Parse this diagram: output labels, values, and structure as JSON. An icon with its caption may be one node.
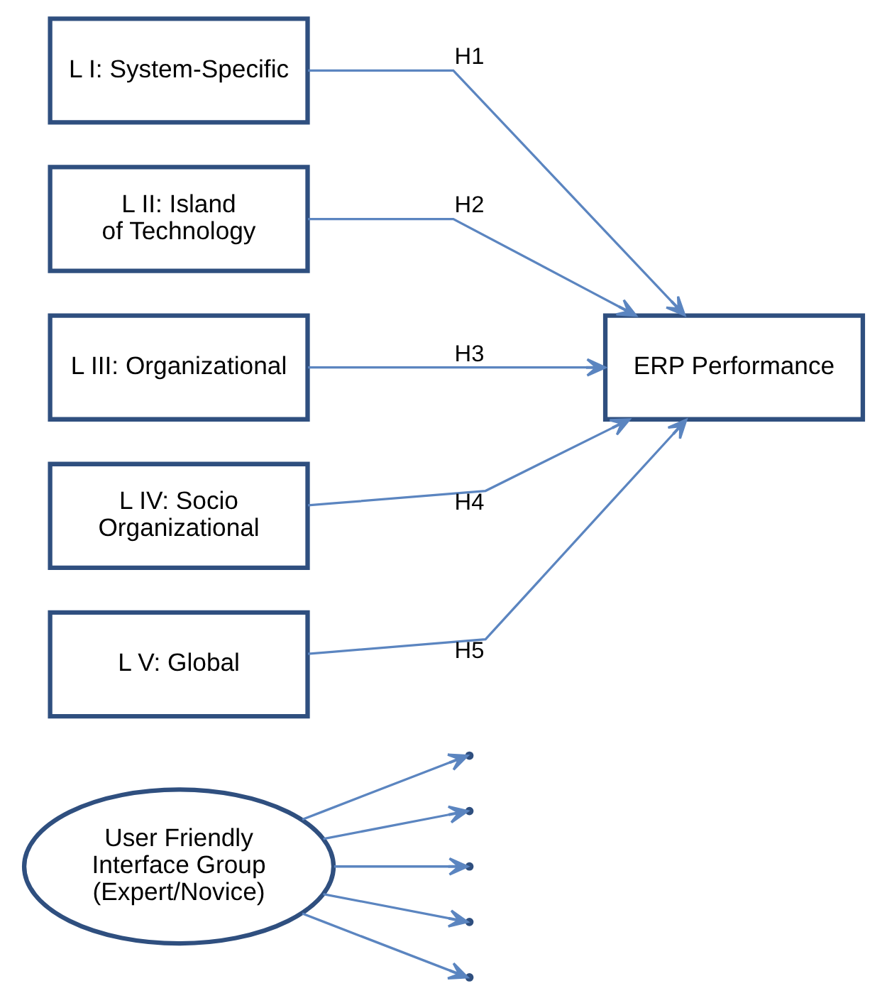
{
  "diagram": {
    "nodes": [
      {
        "text": [
          "User Friendly Interface Group (Expert/Novice)"
        ]
      },
      {
        "text": [
          "L I: System-Specific"
        ]
      },
      {
        "text": [
          "L II: Island of Technology"
        ]
      },
      {
        "text": [
          "L III: Organizational"
        ]
      },
      {
        "text": [
          "L IV: Socio Organizational"
        ]
      },
      {
        "text": [
          "L V: Global"
        ]
      },
      {
        "text": [
          "ERP Performance"
        ]
      }
    ],
    "edges": [
      {
        "from": 1,
        "to": 6,
        "arrow": "to",
        "label": "H1"
      },
      {
        "from": 2,
        "to": 6,
        "arrow": "to",
        "label": "H2"
      },
      {
        "from": 3,
        "to": 6,
        "arrow": "to",
        "label": "H3"
      },
      {
        "from": 4,
        "to": 6,
        "arrow": "to",
        "label": "H4"
      },
      {
        "from": 5,
        "to": 6,
        "arrow": "to",
        "label": "H5"
      },
      {
        "from": 0,
        "to": null,
        "arrow": "to"
      },
      {
        "from": 0,
        "to": null,
        "arrow": "to"
      },
      {
        "from": 0,
        "to": null,
        "arrow": "to"
      },
      {
        "from": 0,
        "to": null,
        "arrow": "to"
      },
      {
        "from": 0,
        "to": null,
        "arrow": "to"
      }
    ]
  }
}
